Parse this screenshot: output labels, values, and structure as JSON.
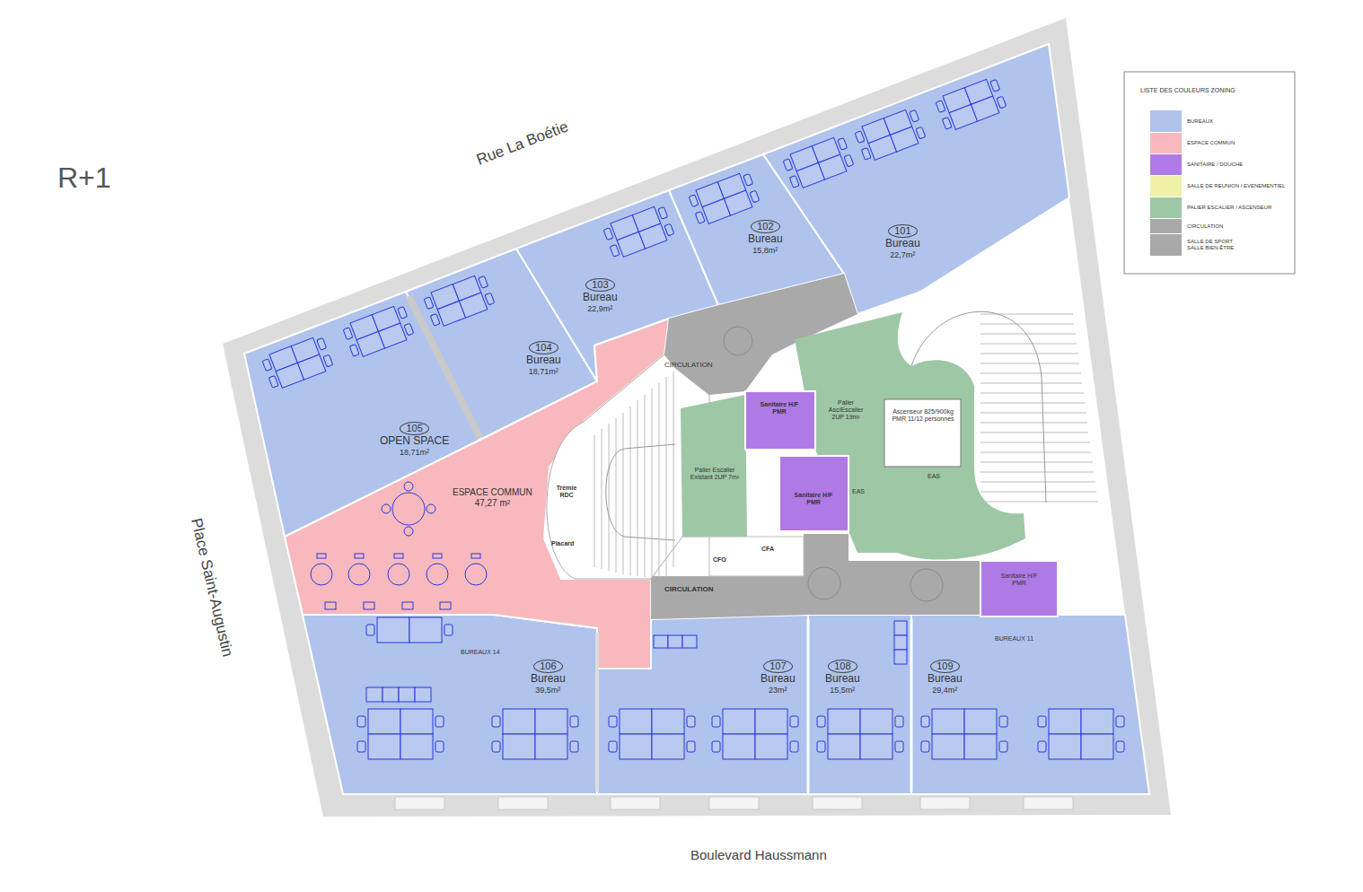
{
  "diagram": {
    "title": "R+1",
    "nodes": [
      {
        "text": [
          "101",
          "Bureau",
          "22,7m²"
        ]
      },
      {
        "text": [
          "102",
          "Bureau",
          "15,8m²"
        ]
      },
      {
        "text": [
          "103",
          "Bureau",
          "22,9m²"
        ]
      },
      {
        "text": [
          "104",
          "Bureau",
          "18,71m²"
        ]
      },
      {
        "text": [
          "105",
          "OPEN SPACE",
          "18,71m²"
        ]
      },
      {
        "text": [
          "CIRCULATION"
        ]
      },
      {
        "text": [
          "ESPACE COMMUN",
          "47,27 m²"
        ]
      },
      {
        "text": [
          "Sanitaire H/F PMR"
        ]
      },
      {
        "text": [
          "Sanitaire H/F PMR"
        ]
      },
      {
        "text": [
          "Palier Escalier Existant 2UP 7m²"
        ]
      },
      {
        "text": [
          "Palier Asc/Escalier 2UP 19m²"
        ]
      },
      {
        "text": [
          "Ascenseur 825/900kg PMR 11/12 personnes"
        ]
      },
      {
        "text": [
          "CIRCULATION"
        ]
      },
      {
        "text": [
          "Sanitaire H/F PMR"
        ]
      },
      {
        "text": [
          "106",
          "Bureau",
          "39,5m²"
        ]
      },
      {
        "text": [
          "107",
          "Bureau",
          "23m²"
        ]
      },
      {
        "text": [
          "108",
          "Bureau",
          "15,5m²"
        ]
      },
      {
        "text": [
          "109",
          "Bureau",
          "29,4m²"
        ]
      }
    ],
    "labels": [
      "Rue La Boétie",
      "Place Saint-Augustin",
      "Boulevard Haussmann",
      "LISTE DES COULEURS ZONING",
      "Trémie RDC",
      "Placard",
      "CFO",
      "CFA",
      "EAS",
      "EAS",
      "BUREAUX 14",
      "BUREAUX 11"
    ],
    "legend": [
      {
        "text": "BUREAUX",
        "color": "#afc3ec"
      },
      {
        "text": "ESPACE COMMUN",
        "color": "#f7b9bd"
      },
      {
        "text": "SANITAIRE / DOUCHE",
        "color": "#b07ae6"
      },
      {
        "text": "SALLE DE REUNION / EVENEMENTIEL",
        "color": "#eef1a6"
      },
      {
        "text": "PALIER ESCALIER / ASCENSEUR",
        "color": "#9ec7a5"
      },
      {
        "text": "CIRCULATION",
        "color": "#a9a9a9"
      },
      {
        "text": "SALLE DE SPORT SALLE BIEN-ÊTRE",
        "color": "#a9a9a9"
      }
    ]
  }
}
